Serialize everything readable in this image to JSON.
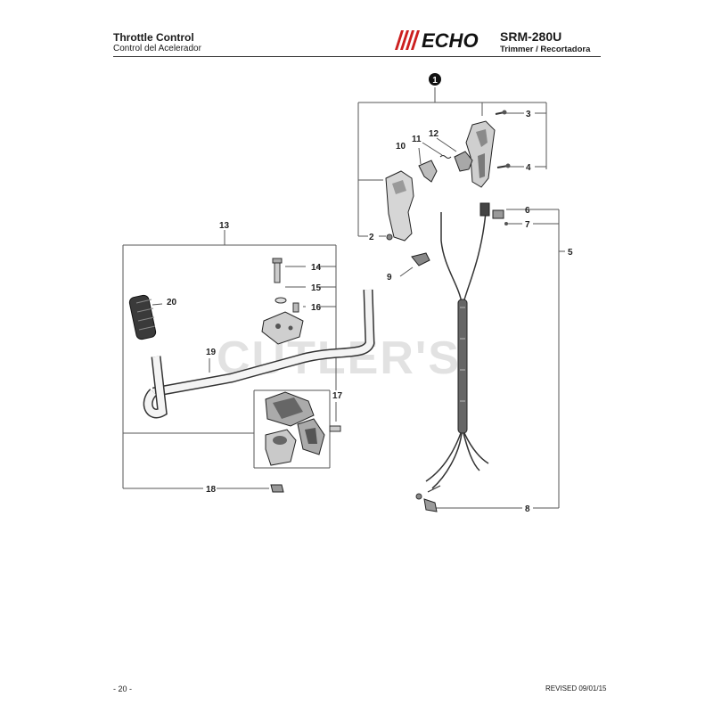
{
  "header": {
    "title": "Throttle Control",
    "subtitle": "Control del Acelerador",
    "brand": "ECHO",
    "model": "SRM-280U",
    "model_subtitle": "Trimmer / Recortadora"
  },
  "watermark": "CUTLER'S",
  "callouts": {
    "c1": "1",
    "c2": "2",
    "c3": "3",
    "c4": "4",
    "c5": "5",
    "c6": "6",
    "c7": "7",
    "c8": "8",
    "c9": "9",
    "c10": "10",
    "c11": "11",
    "c12": "12",
    "c13": "13",
    "c14": "14",
    "c15": "15",
    "c16": "16",
    "c17": "17",
    "c18": "18",
    "c19": "19",
    "c20": "20"
  },
  "footer": {
    "page": "- 20 -",
    "revised": "REVISED 09/01/15"
  },
  "colors": {
    "brand": "#cc1f1f",
    "line": "#555555",
    "text": "#1a1a1a"
  }
}
